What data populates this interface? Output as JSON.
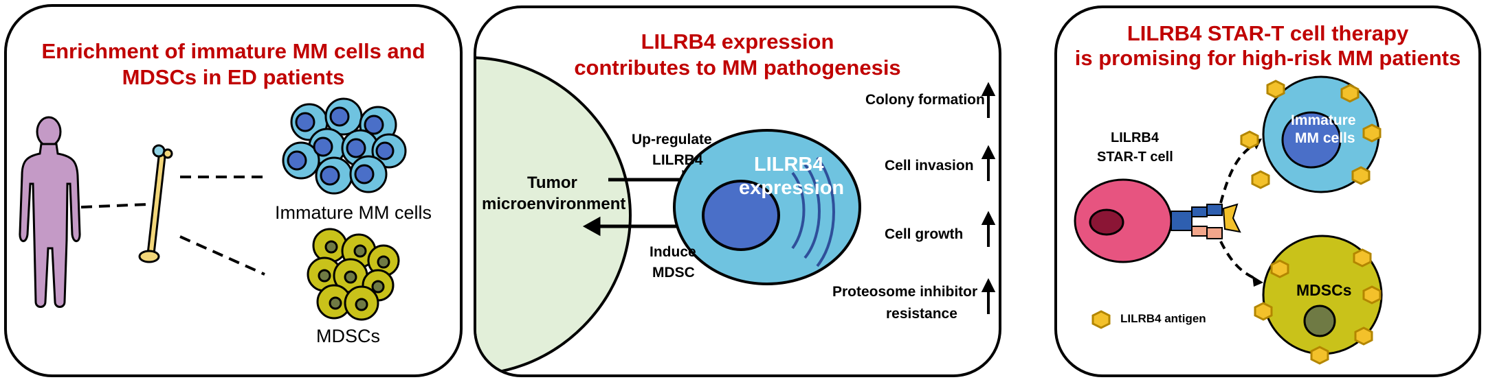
{
  "panel1": {
    "title_line1": "Enrichment of immature MM cells and",
    "title_line2": "MDSCs in ED patients",
    "label_immature": "Immature MM cells",
    "label_mdscs": "MDSCs"
  },
  "panel2": {
    "title_line1": "LILRB4 expression",
    "title_line2": "contributes to MM pathogenesis",
    "tumor_line1": "Tumor",
    "tumor_line2": "microenvironment",
    "upregulate_line1": "Up-regulate",
    "upregulate_line2": "LILRB4",
    "induce_line1": "Induce",
    "induce_line2": "MDSC",
    "cell_line1": "LILRB4",
    "cell_line2": "expression",
    "effect1": "Colony formation",
    "effect2": "Cell invasion",
    "effect3": "Cell growth",
    "effect4_line1": "Proteosome inhibitor",
    "effect4_line2": "resistance"
  },
  "panel3": {
    "title_line1": "LILRB4 STAR-T cell therapy",
    "title_line2": "is promising for high-risk MM patients",
    "start_line1": "LILRB4",
    "start_line2": "STAR-T cell",
    "immature_line1": "Immature",
    "immature_line2": "MM cells",
    "mdscs": "MDSCs",
    "legend": "LILRB4 antigen"
  },
  "colors": {
    "title_red": "#c00000",
    "mm_cell_blue": "#6fc3e0",
    "mm_nucleus": "#4a6fc8",
    "mdsc_yellow": "#c9c21a",
    "tumor_green": "#e2efd9",
    "tcell_pink": "#e75480",
    "antigen_gold": "#f3c12b"
  }
}
